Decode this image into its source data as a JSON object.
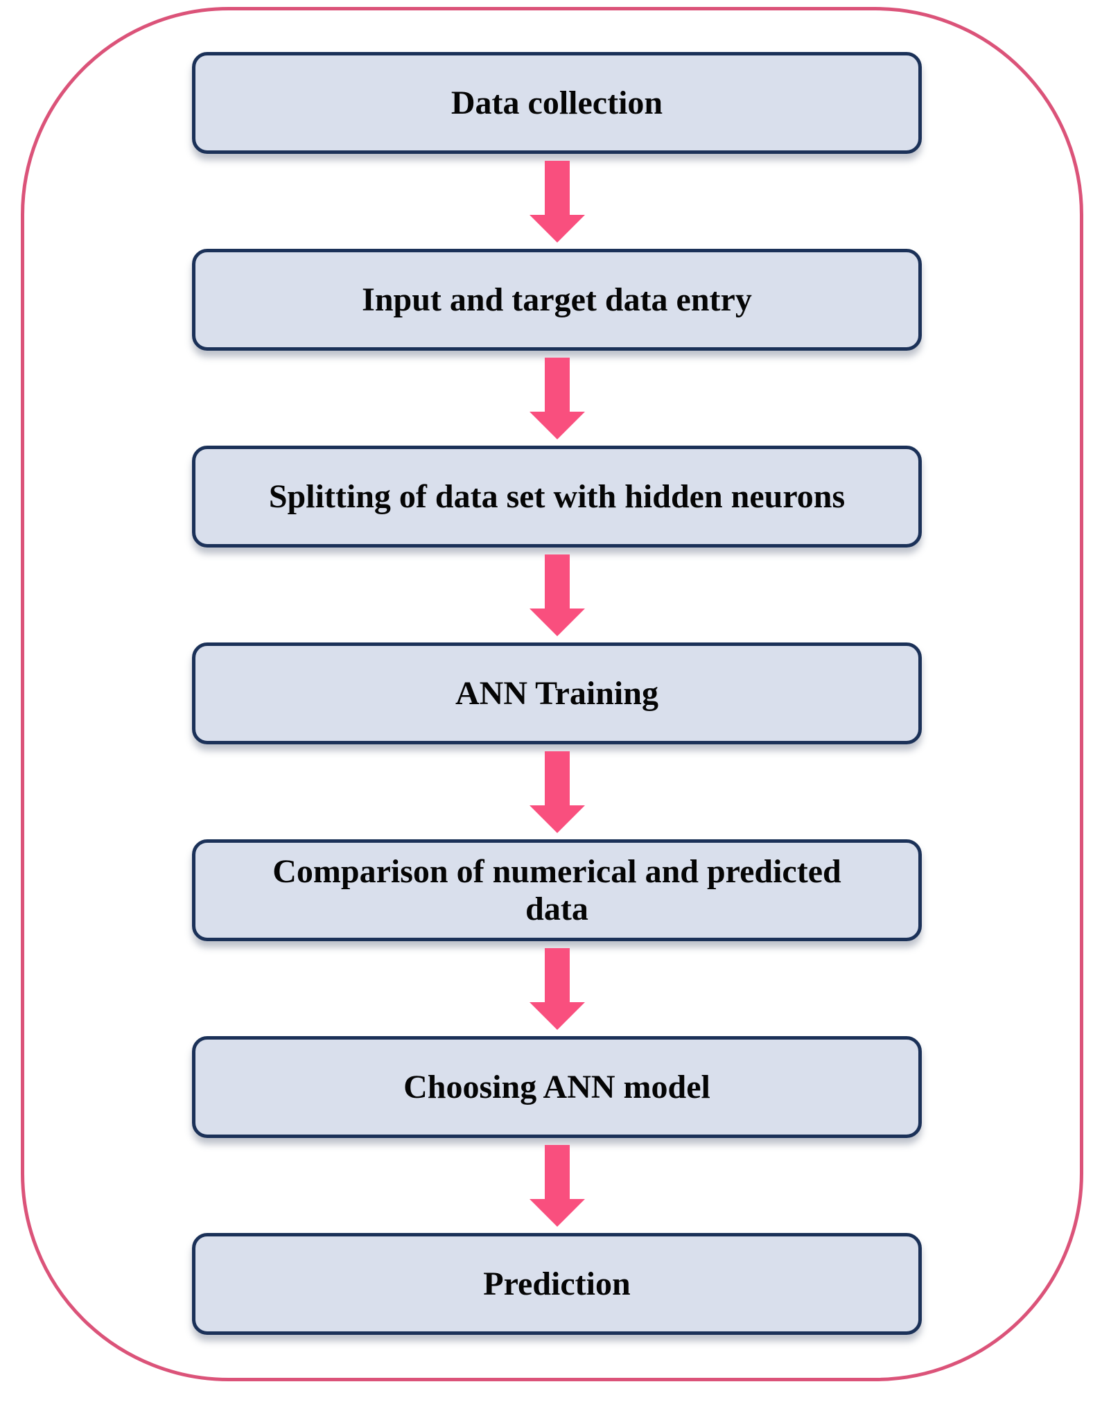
{
  "colors": {
    "frame_border": "#DB5379",
    "arrow": "#F94F7E",
    "box_fill": "#D9DFEC",
    "box_border": "#1B3158",
    "text": "#050505"
  },
  "flowchart": {
    "steps": [
      {
        "label": "Data collection"
      },
      {
        "label": "Input and target data entry"
      },
      {
        "label": "Splitting of data set with hidden neurons"
      },
      {
        "label": "ANN Training"
      },
      {
        "label": "Comparison of numerical and predicted\ndata"
      },
      {
        "label": "Choosing ANN model"
      },
      {
        "label": "Prediction"
      }
    ]
  }
}
